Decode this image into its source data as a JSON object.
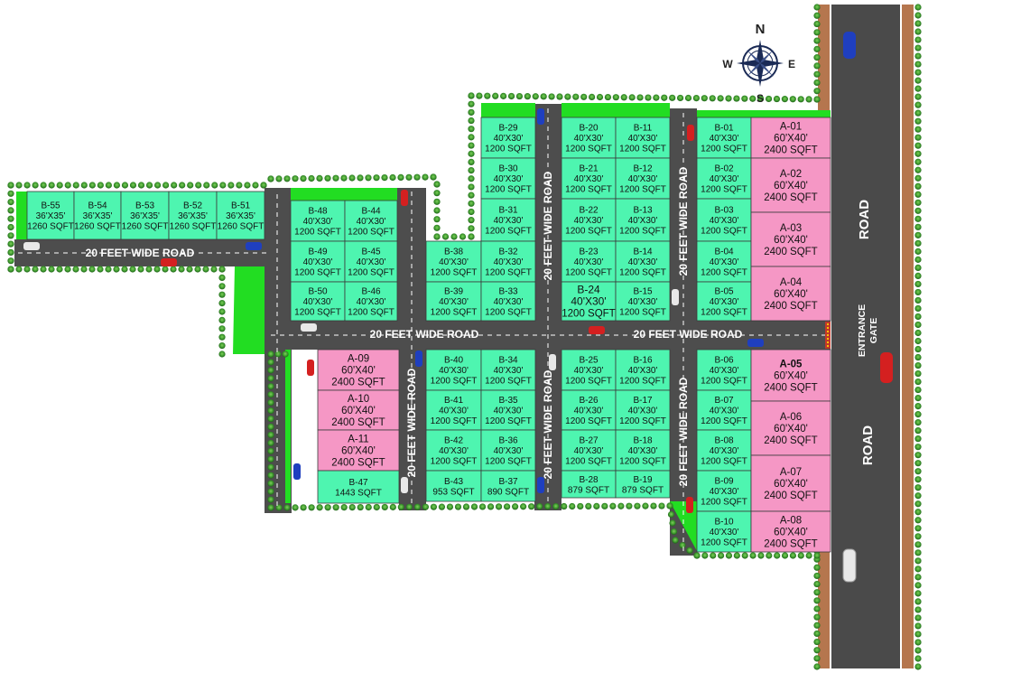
{
  "compass": {
    "n": "N",
    "s": "S",
    "e": "E",
    "w": "W"
  },
  "main_road": {
    "label_top": "ROAD",
    "label_bottom": "ROAD",
    "gate_line1": "ENTRANCE",
    "gate_line2": "GATE"
  },
  "roads": {
    "left_horizontal": "20 FEET WIDE ROAD",
    "mid_horizontal_left": "20 FEET WIDE ROAD",
    "mid_horizontal_right": "20 FEET WIDE ROAD",
    "vertical_a": "20 FEET WIDE ROAD",
    "vertical_b": "20 FEET WIDE ROAD",
    "vertical_c": "20 FEET WIDE ROAD",
    "vertical_d": "20 FEET WIDE ROAD",
    "vertical_e": "20 FEET WIDE ROAD"
  },
  "plots": [
    {
      "id": "B-55",
      "lines": [
        "B-55",
        "36'X35'",
        "1260 SQFT"
      ],
      "kind": "b"
    },
    {
      "id": "B-54",
      "lines": [
        "B-54",
        "36'X35'",
        "1260 SQFT"
      ],
      "kind": "b"
    },
    {
      "id": "B-53",
      "lines": [
        "B-53",
        "36'X35'",
        "1260 SQFT"
      ],
      "kind": "b"
    },
    {
      "id": "B-52",
      "lines": [
        "B-52",
        "36'X35'",
        "1260 SQFT"
      ],
      "kind": "b"
    },
    {
      "id": "B-51",
      "lines": [
        "B-51",
        "36'X35'",
        "1260 SQFT"
      ],
      "kind": "b"
    },
    {
      "id": "B-48",
      "lines": [
        "B-48",
        "40'X30'",
        "1200 SQFT"
      ],
      "kind": "b"
    },
    {
      "id": "B-44",
      "lines": [
        "B-44",
        "40'X30'",
        "1200 SQFT"
      ],
      "kind": "b"
    },
    {
      "id": "B-49",
      "lines": [
        "B-49",
        "40'X30'",
        "1200 SQFT"
      ],
      "kind": "b"
    },
    {
      "id": "B-45",
      "lines": [
        "B-45",
        "40'X30'",
        "1200 SQFT"
      ],
      "kind": "b"
    },
    {
      "id": "B-50",
      "lines": [
        "B-50",
        "40'X30'",
        "1200 SQFT"
      ],
      "kind": "b"
    },
    {
      "id": "B-46",
      "lines": [
        "B-46",
        "40'X30'",
        "1200 SQFT"
      ],
      "kind": "b"
    },
    {
      "id": "B-38",
      "lines": [
        "B-38",
        "40'X30'",
        "1200 SQFT"
      ],
      "kind": "b"
    },
    {
      "id": "B-39",
      "lines": [
        "B-39",
        "40'X30'",
        "1200 SQFT"
      ],
      "kind": "b"
    },
    {
      "id": "B-29",
      "lines": [
        "B-29",
        "40'X30'",
        "1200 SQFT"
      ],
      "kind": "b"
    },
    {
      "id": "B-30",
      "lines": [
        "B-30",
        "40'X30'",
        "1200 SQFT"
      ],
      "kind": "b"
    },
    {
      "id": "B-31",
      "lines": [
        "B-31",
        "40'X30'",
        "1200 SQFT"
      ],
      "kind": "b"
    },
    {
      "id": "B-32",
      "lines": [
        "B-32",
        "40'X30'",
        "1200 SQFT"
      ],
      "kind": "b"
    },
    {
      "id": "B-33",
      "lines": [
        "B-33",
        "40'X30'",
        "1200 SQFT"
      ],
      "kind": "b"
    },
    {
      "id": "B-20",
      "lines": [
        "B-20",
        "40'X30'",
        "1200 SQFT"
      ],
      "kind": "b"
    },
    {
      "id": "B-11",
      "lines": [
        "B-11",
        "40'X30'",
        "1200 SQFT"
      ],
      "kind": "b"
    },
    {
      "id": "B-21",
      "lines": [
        "B-21",
        "40'X30'",
        "1200 SQFT"
      ],
      "kind": "b"
    },
    {
      "id": "B-12",
      "lines": [
        "B-12",
        "40'X30'",
        "1200 SQFT"
      ],
      "kind": "b"
    },
    {
      "id": "B-22",
      "lines": [
        "B-22",
        "40'X30'",
        "1200 SQFT"
      ],
      "kind": "b"
    },
    {
      "id": "B-13",
      "lines": [
        "B-13",
        "40'X30'",
        "1200 SQFT"
      ],
      "kind": "b"
    },
    {
      "id": "B-23",
      "lines": [
        "B-23",
        "40'X30'",
        "1200 SQFT"
      ],
      "kind": "b"
    },
    {
      "id": "B-14",
      "lines": [
        "B-14",
        "40'X30'",
        "1200 SQFT"
      ],
      "kind": "b"
    },
    {
      "id": "B-24",
      "lines": [
        "B-24",
        "40'X30'",
        "1200 SQFT"
      ],
      "kind": "bbig"
    },
    {
      "id": "B-15",
      "lines": [
        "B-15",
        "40'X30'",
        "1200 SQFT"
      ],
      "kind": "b"
    },
    {
      "id": "B-01",
      "lines": [
        "B-01",
        "40'X30'",
        "1200 SQFT"
      ],
      "kind": "b"
    },
    {
      "id": "B-02",
      "lines": [
        "B-02",
        "40'X30'",
        "1200 SQFT"
      ],
      "kind": "b"
    },
    {
      "id": "B-03",
      "lines": [
        "B-03",
        "40'X30'",
        "1200 SQFT"
      ],
      "kind": "b"
    },
    {
      "id": "B-04",
      "lines": [
        "B-04",
        "40'X30'",
        "1200 SQFT"
      ],
      "kind": "b"
    },
    {
      "id": "B-05",
      "lines": [
        "B-05",
        "40'X30'",
        "1200 SQFT"
      ],
      "kind": "b"
    },
    {
      "id": "A-01",
      "lines": [
        "A-01",
        "60'X40'",
        "2400 SQFT"
      ],
      "kind": "a"
    },
    {
      "id": "A-02",
      "lines": [
        "A-02",
        "60'X40'",
        "2400 SQFT"
      ],
      "kind": "a"
    },
    {
      "id": "A-03",
      "lines": [
        "A-03",
        "60'X40'",
        "2400 SQFT"
      ],
      "kind": "a"
    },
    {
      "id": "A-04",
      "lines": [
        "A-04",
        "60'X40'",
        "2400 SQFT"
      ],
      "kind": "a"
    },
    {
      "id": "A-09",
      "lines": [
        "A-09",
        "60'X40'",
        "2400 SQFT"
      ],
      "kind": "a"
    },
    {
      "id": "A-10",
      "lines": [
        "A-10",
        "60'X40'",
        "2400 SQFT"
      ],
      "kind": "a"
    },
    {
      "id": "A-11",
      "lines": [
        "A-11",
        "60'X40'",
        "2400 SQFT"
      ],
      "kind": "a"
    },
    {
      "id": "B-47",
      "lines": [
        "B-47",
        "1443 SQFT"
      ],
      "kind": "b"
    },
    {
      "id": "B-40",
      "lines": [
        "B-40",
        "40'X30'",
        "1200 SQFT"
      ],
      "kind": "b"
    },
    {
      "id": "B-34",
      "lines": [
        "B-34",
        "40'X30'",
        "1200 SQFT"
      ],
      "kind": "b"
    },
    {
      "id": "B-41",
      "lines": [
        "B-41",
        "40'X30'",
        "1200 SQFT"
      ],
      "kind": "b"
    },
    {
      "id": "B-35",
      "lines": [
        "B-35",
        "40'X30'",
        "1200 SQFT"
      ],
      "kind": "b"
    },
    {
      "id": "B-42",
      "lines": [
        "B-42",
        "40'X30'",
        "1200 SQFT"
      ],
      "kind": "b"
    },
    {
      "id": "B-36",
      "lines": [
        "B-36",
        "40'X30'",
        "1200 SQFT"
      ],
      "kind": "b"
    },
    {
      "id": "B-43",
      "lines": [
        "B-43",
        "953 SQFT"
      ],
      "kind": "b"
    },
    {
      "id": "B-37",
      "lines": [
        "B-37",
        "890 SQFT"
      ],
      "kind": "b"
    },
    {
      "id": "B-25",
      "lines": [
        "B-25",
        "40'X30'",
        "1200 SQFT"
      ],
      "kind": "b"
    },
    {
      "id": "B-16",
      "lines": [
        "B-16",
        "40'X30'",
        "1200 SQFT"
      ],
      "kind": "b"
    },
    {
      "id": "B-26",
      "lines": [
        "B-26",
        "40'X30'",
        "1200 SQFT"
      ],
      "kind": "b"
    },
    {
      "id": "B-17",
      "lines": [
        "B-17",
        "40'X30'",
        "1200 SQFT"
      ],
      "kind": "b"
    },
    {
      "id": "B-27",
      "lines": [
        "B-27",
        "40'X30'",
        "1200 SQFT"
      ],
      "kind": "b"
    },
    {
      "id": "B-18",
      "lines": [
        "B-18",
        "40'X30'",
        "1200 SQFT"
      ],
      "kind": "b"
    },
    {
      "id": "B-28",
      "lines": [
        "B-28",
        "879 SQFT"
      ],
      "kind": "b"
    },
    {
      "id": "B-19",
      "lines": [
        "B-19",
        "879 SQFT"
      ],
      "kind": "b"
    },
    {
      "id": "B-06",
      "lines": [
        "B-06",
        "40'X30'",
        "1200 SQFT"
      ],
      "kind": "b"
    },
    {
      "id": "B-07",
      "lines": [
        "B-07",
        "40'X30'",
        "1200 SQFT"
      ],
      "kind": "b"
    },
    {
      "id": "B-08",
      "lines": [
        "B-08",
        "40'X30'",
        "1200 SQFT"
      ],
      "kind": "b"
    },
    {
      "id": "B-09",
      "lines": [
        "B-09",
        "40'X30'",
        "1200 SQFT"
      ],
      "kind": "b"
    },
    {
      "id": "B-10",
      "lines": [
        "B-10",
        "40'X30'",
        "1200 SQFT"
      ],
      "kind": "b"
    },
    {
      "id": "A-05",
      "lines": [
        "A-05",
        "60'X40'",
        "2400 SQFT"
      ],
      "kind": "a"
    },
    {
      "id": "A-06",
      "lines": [
        "A-06",
        "60'X40'",
        "2400 SQFT"
      ],
      "kind": "a"
    },
    {
      "id": "A-07",
      "lines": [
        "A-07",
        "60'X40'",
        "2400 SQFT"
      ],
      "kind": "a"
    },
    {
      "id": "A-08",
      "lines": [
        "A-08",
        "60'X40'",
        "2400 SQFT"
      ],
      "kind": "a"
    }
  ],
  "colors": {
    "plot_b": "#4ef5b0",
    "plot_a": "#f597c5",
    "road": "#4d4d4d",
    "main_road": "#4a4a4a",
    "park": "#22dd22",
    "hedge": "#2f7d25",
    "brick": "#b5764e"
  }
}
